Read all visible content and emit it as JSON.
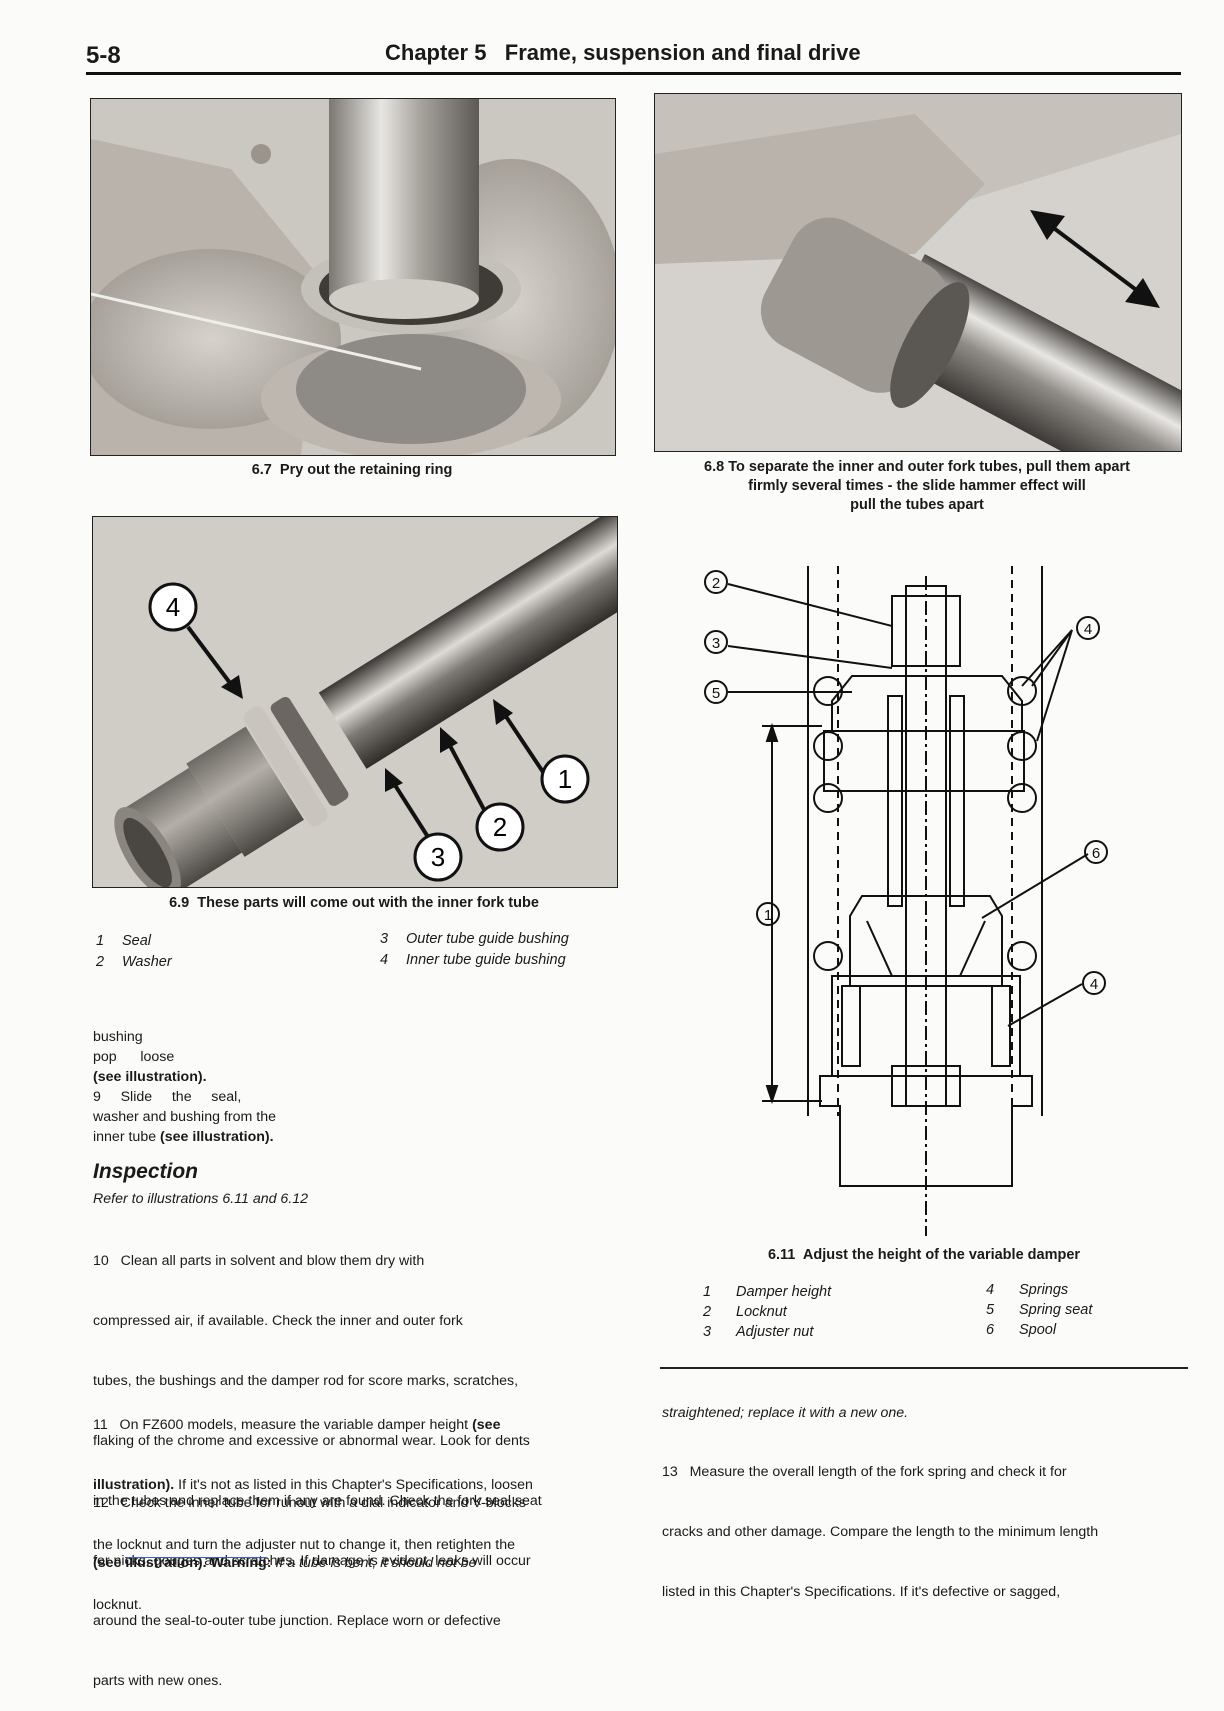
{
  "header": {
    "page_number": "5-8",
    "chapter_title": "Chapter 5   Frame, suspension and final drive"
  },
  "fig67": {
    "caption": "6.7  Pry out the retaining ring"
  },
  "fig68": {
    "caption_line1": "6.8  To separate the inner and outer fork tubes, pull them apart",
    "caption_line2": "firmly several times - the slide hammer effect will",
    "caption_line3": "pull the tubes apart"
  },
  "fig69": {
    "caption": "6.9  These parts will come out with the inner fork tube",
    "callouts": [
      "4",
      "1",
      "2",
      "3"
    ],
    "legend": [
      {
        "num": "1",
        "text": "Seal"
      },
      {
        "num": "2",
        "text": "Washer"
      },
      {
        "num": "3",
        "text": "Outer tube guide bushing"
      },
      {
        "num": "4",
        "text": "Inner tube guide bushing"
      }
    ]
  },
  "fig611": {
    "caption": "6.11  Adjust the height of the variable damper",
    "callouts": [
      "2",
      "3",
      "5",
      "4",
      "1",
      "6",
      "4"
    ],
    "legend": [
      {
        "num": "1",
        "text": "Damper height"
      },
      {
        "num": "2",
        "text": "Locknut"
      },
      {
        "num": "3",
        "text": "Adjuster nut"
      },
      {
        "num": "4",
        "text": "Springs"
      },
      {
        "num": "5",
        "text": "Spring seat"
      },
      {
        "num": "6",
        "text": "Spool"
      }
    ]
  },
  "left_text": {
    "frag1": "bushing",
    "frag2": "pop      loose",
    "frag3": "(see illustration).",
    "step9a": "9     Slide     the     seal,",
    "step9b": "washer and bushing from the",
    "step9c_plain": "inner tube ",
    "step9c_bold": "(see illustration).",
    "heading": "Inspection",
    "refer": "Refer to illustrations 6.11 and 6.12",
    "p10": [
      "10   Clean all parts in solvent and blow them dry with",
      "compressed air, if available. Check the inner and outer fork",
      "tubes, the bushings and the damper rod for score marks, scratches,",
      "flaking of the chrome and excessive or abnormal wear. Look for dents",
      "in the tubes and replace them if any are found. Check the fork seal seat",
      "for nicks, gouges and scratches. If damage is evident, leaks will occur",
      "around the seal-to-outer tube junction. Replace worn or defective",
      "parts with new ones."
    ],
    "p11a_plain": "11   On FZ600 models, measure the variable damper height ",
    "p11a_bold": "(see",
    "p11b_bold": "illustration).",
    "p11b_plain": " If it's not as listed in this Chapter's Specifications, loosen",
    "p11c": "the locknut and turn the adjuster nut to change it, then retighten the",
    "p11d": "locknut.",
    "p12a": "12   Check the inner tube for runout with a dial indicator and V-blocks",
    "p12b_bold": "(see illustration).",
    "p12b_bold2": "Warning:",
    "p12b_it": "If a tube is bent, it should not be"
  },
  "right_text": {
    "cont": "straightened; replace it with a new one.",
    "p13": [
      "13   Measure the overall length of the fork spring and check it for",
      "cracks and other damage. Compare the length to the minimum length",
      "listed in this Chapter's Specifications. If it's defective or sagged,"
    ]
  }
}
